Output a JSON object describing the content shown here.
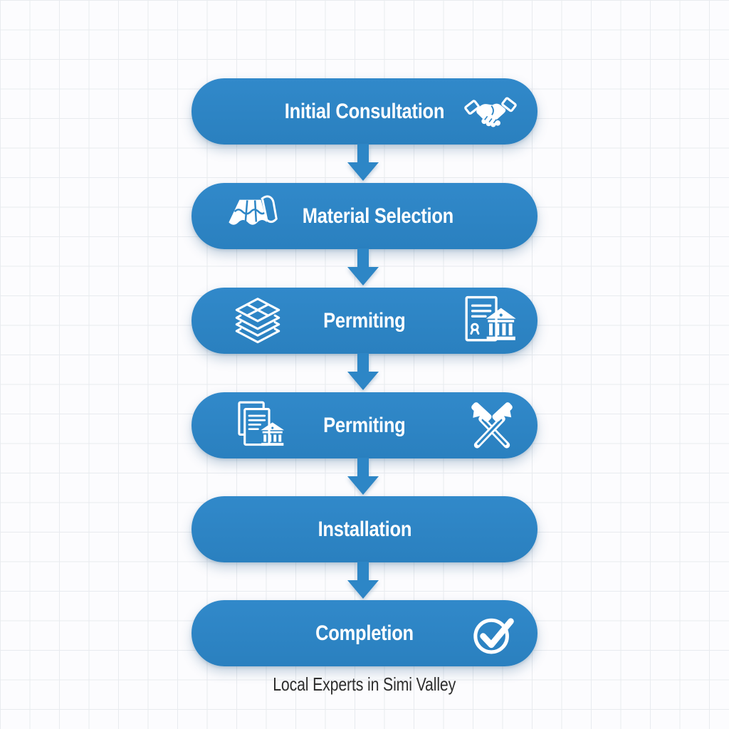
{
  "diagram": {
    "type": "vertical-process-flowchart",
    "steps": [
      {
        "label": "Initial Consultation",
        "icon_right": "handshake-icon"
      },
      {
        "label": "Material Selection",
        "icon_left": "roof-tiles-icon"
      },
      {
        "label": "Permiting",
        "icon_left": "tile-layers-icon",
        "icon_right": "permit-document-bank-icon"
      },
      {
        "label": "Permiting",
        "icon_left": "documents-bank-icon",
        "icon_right": "crossed-hammers-icon"
      },
      {
        "label": "Installation"
      },
      {
        "label": "Completion",
        "icon_right": "check-circle-icon"
      }
    ],
    "connector": "down-arrow",
    "footer_caption": "Local Experts in Simi Valley",
    "colors": {
      "box_blue": "#2d86c6",
      "box_blue_top": "#3189ca",
      "box_blue_bottom": "#2a80bf",
      "arrow_blue": "#2d86c6",
      "label_text": "#ffffff",
      "footer_text": "#2e2e2e",
      "grid_line": "#e8ebef",
      "background": "#fcfcfe"
    }
  }
}
